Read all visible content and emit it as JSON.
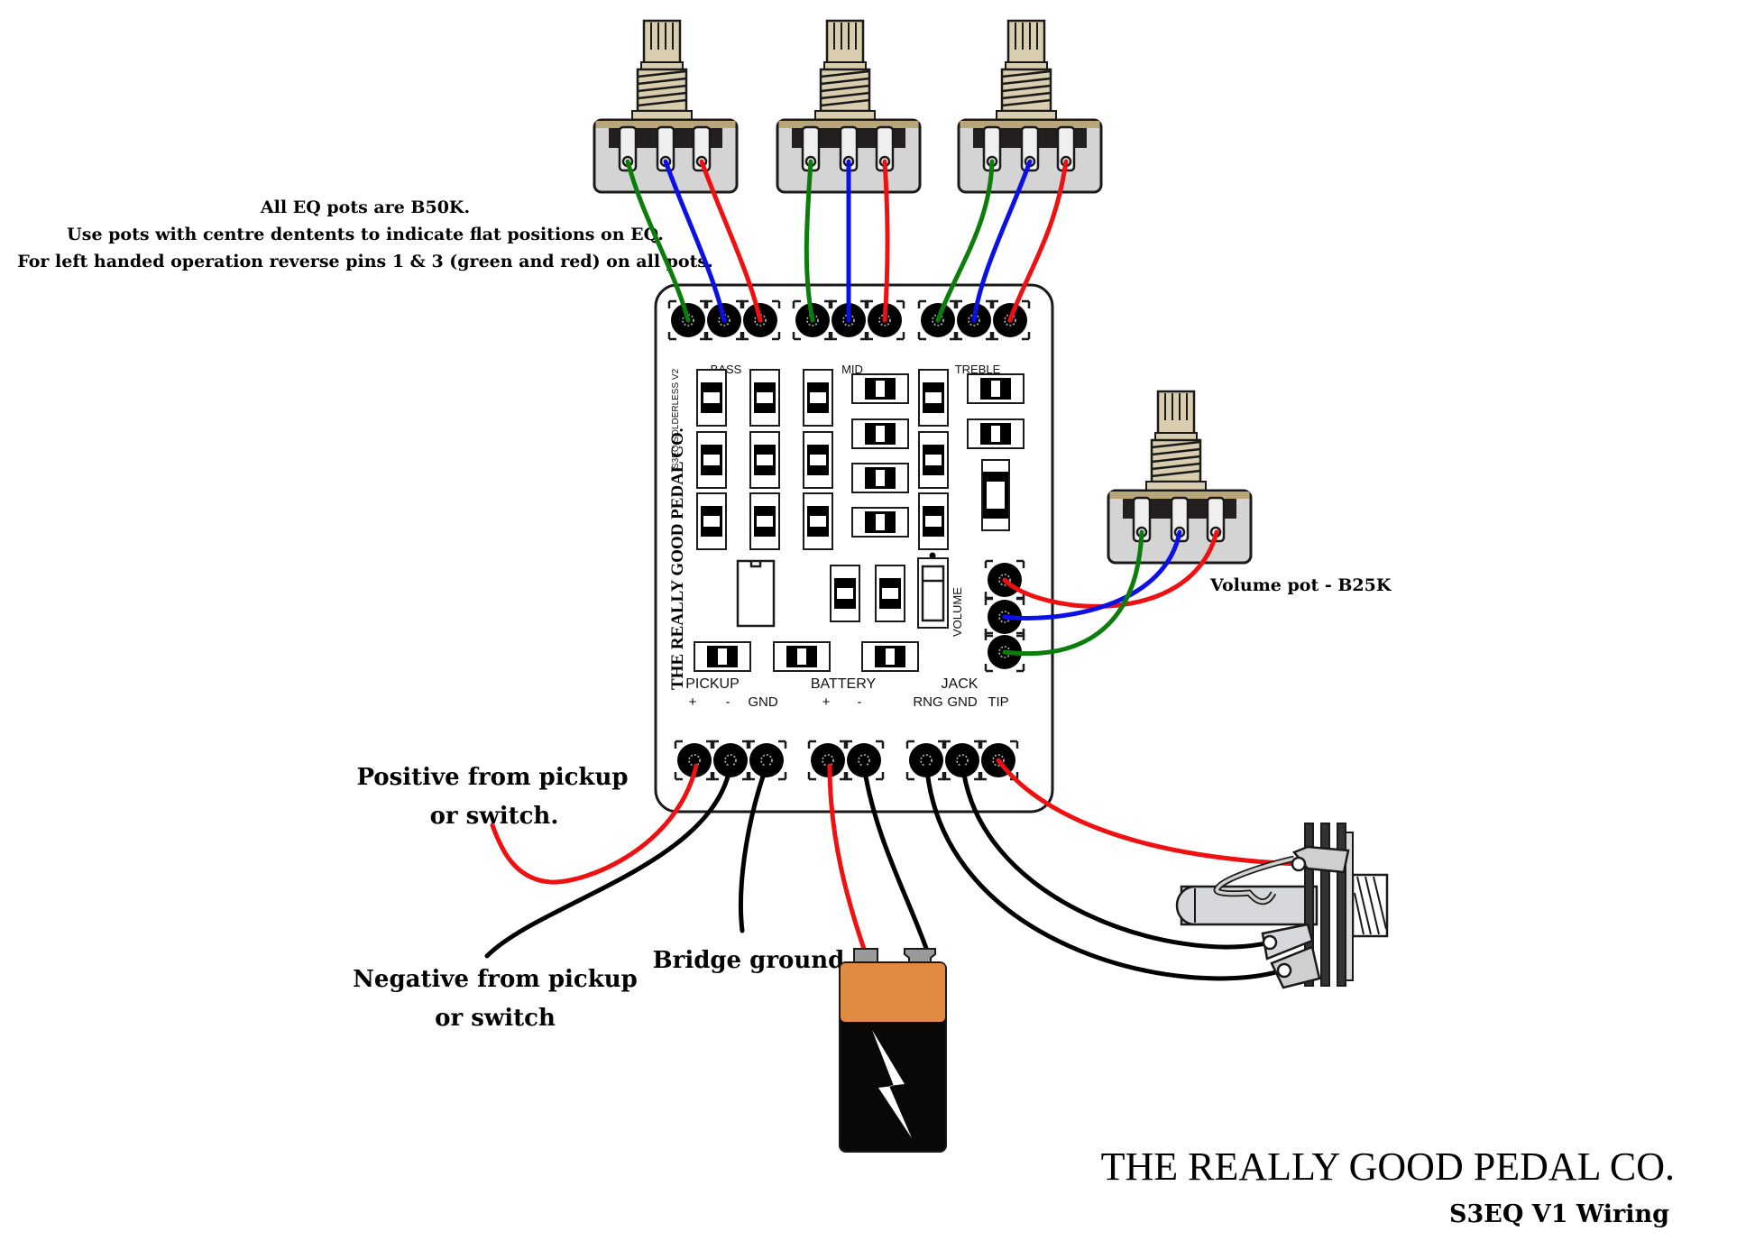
{
  "notes": {
    "line1": "All EQ pots are B50K.",
    "line2": "Use pots with centre dentents to indicate flat positions on EQ.",
    "line3": "For left handed operation reverse pins 1 & 3 (green and red) on all pots."
  },
  "board": {
    "vertical_brand": "THE REALLY GOOD PEDAL CO.",
    "vertical_model": "S3EQ SOLDERLESS V2",
    "section_labels": {
      "bass": "BASS",
      "mid": "MID",
      "treble": "TREBLE"
    },
    "volume_label": "VOLUME",
    "bottom_groups": {
      "pickup": {
        "title": "PICKUP",
        "pins": [
          "+",
          "-",
          "GND"
        ]
      },
      "battery": {
        "title": "BATTERY",
        "pins": [
          "+",
          "-"
        ]
      },
      "jack": {
        "title": "JACK",
        "pins": [
          "RNG",
          "GND",
          "TIP"
        ]
      }
    }
  },
  "pots": [
    {
      "name": "bass",
      "value": "B50K",
      "wires": [
        "green",
        "blue",
        "red"
      ]
    },
    {
      "name": "mid",
      "value": "B50K",
      "wires": [
        "green",
        "blue",
        "red"
      ]
    },
    {
      "name": "treble",
      "value": "B50K",
      "wires": [
        "green",
        "blue",
        "red"
      ]
    },
    {
      "name": "volume",
      "value": "B25K",
      "wires": [
        "green",
        "blue",
        "red"
      ]
    }
  ],
  "labels": {
    "volume_pot": "Volume pot - B25K",
    "positive_line1": "Positive from pickup",
    "positive_line2": "or switch.",
    "negative_line1": "Negative from pickup",
    "negative_line2": "or switch",
    "bridge_ground": "Bridge ground"
  },
  "footer": {
    "brand": "THE REALLY GOOD PEDAL CO.",
    "subtitle": "S3EQ V1 Wiring"
  },
  "colors": {
    "wire_green": "#0a7d0a",
    "wire_blue": "#0a10e6",
    "wire_red": "#ef1111",
    "wire_black": "#000000",
    "battery_top": "#e08a42",
    "battery_body": "#0a0806",
    "pot_body": "#d4d4d4",
    "pot_shaft": "#d9cdb0",
    "pot_rim": "#b8a57a",
    "jack_metal": "#d6d8db"
  }
}
